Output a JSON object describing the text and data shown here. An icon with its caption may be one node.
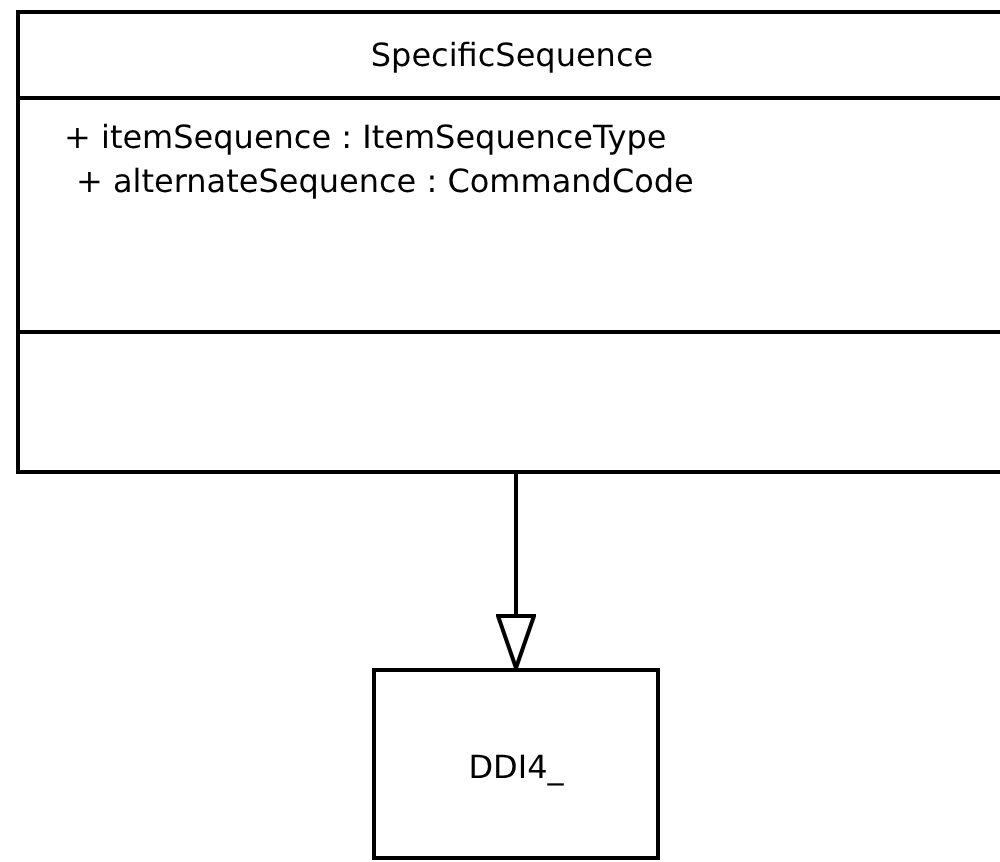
{
  "diagram": {
    "nodes": [
      {
        "text": [
          "SpecificSequence",
          "+ itemSequence : ItemSequenceType",
          "+ alternateSequence : CommandCode"
        ]
      },
      {
        "text": [
          "DDI4_"
        ]
      }
    ],
    "edges": [
      {
        "from": 0,
        "to": 1,
        "arrow": "to"
      }
    ]
  }
}
